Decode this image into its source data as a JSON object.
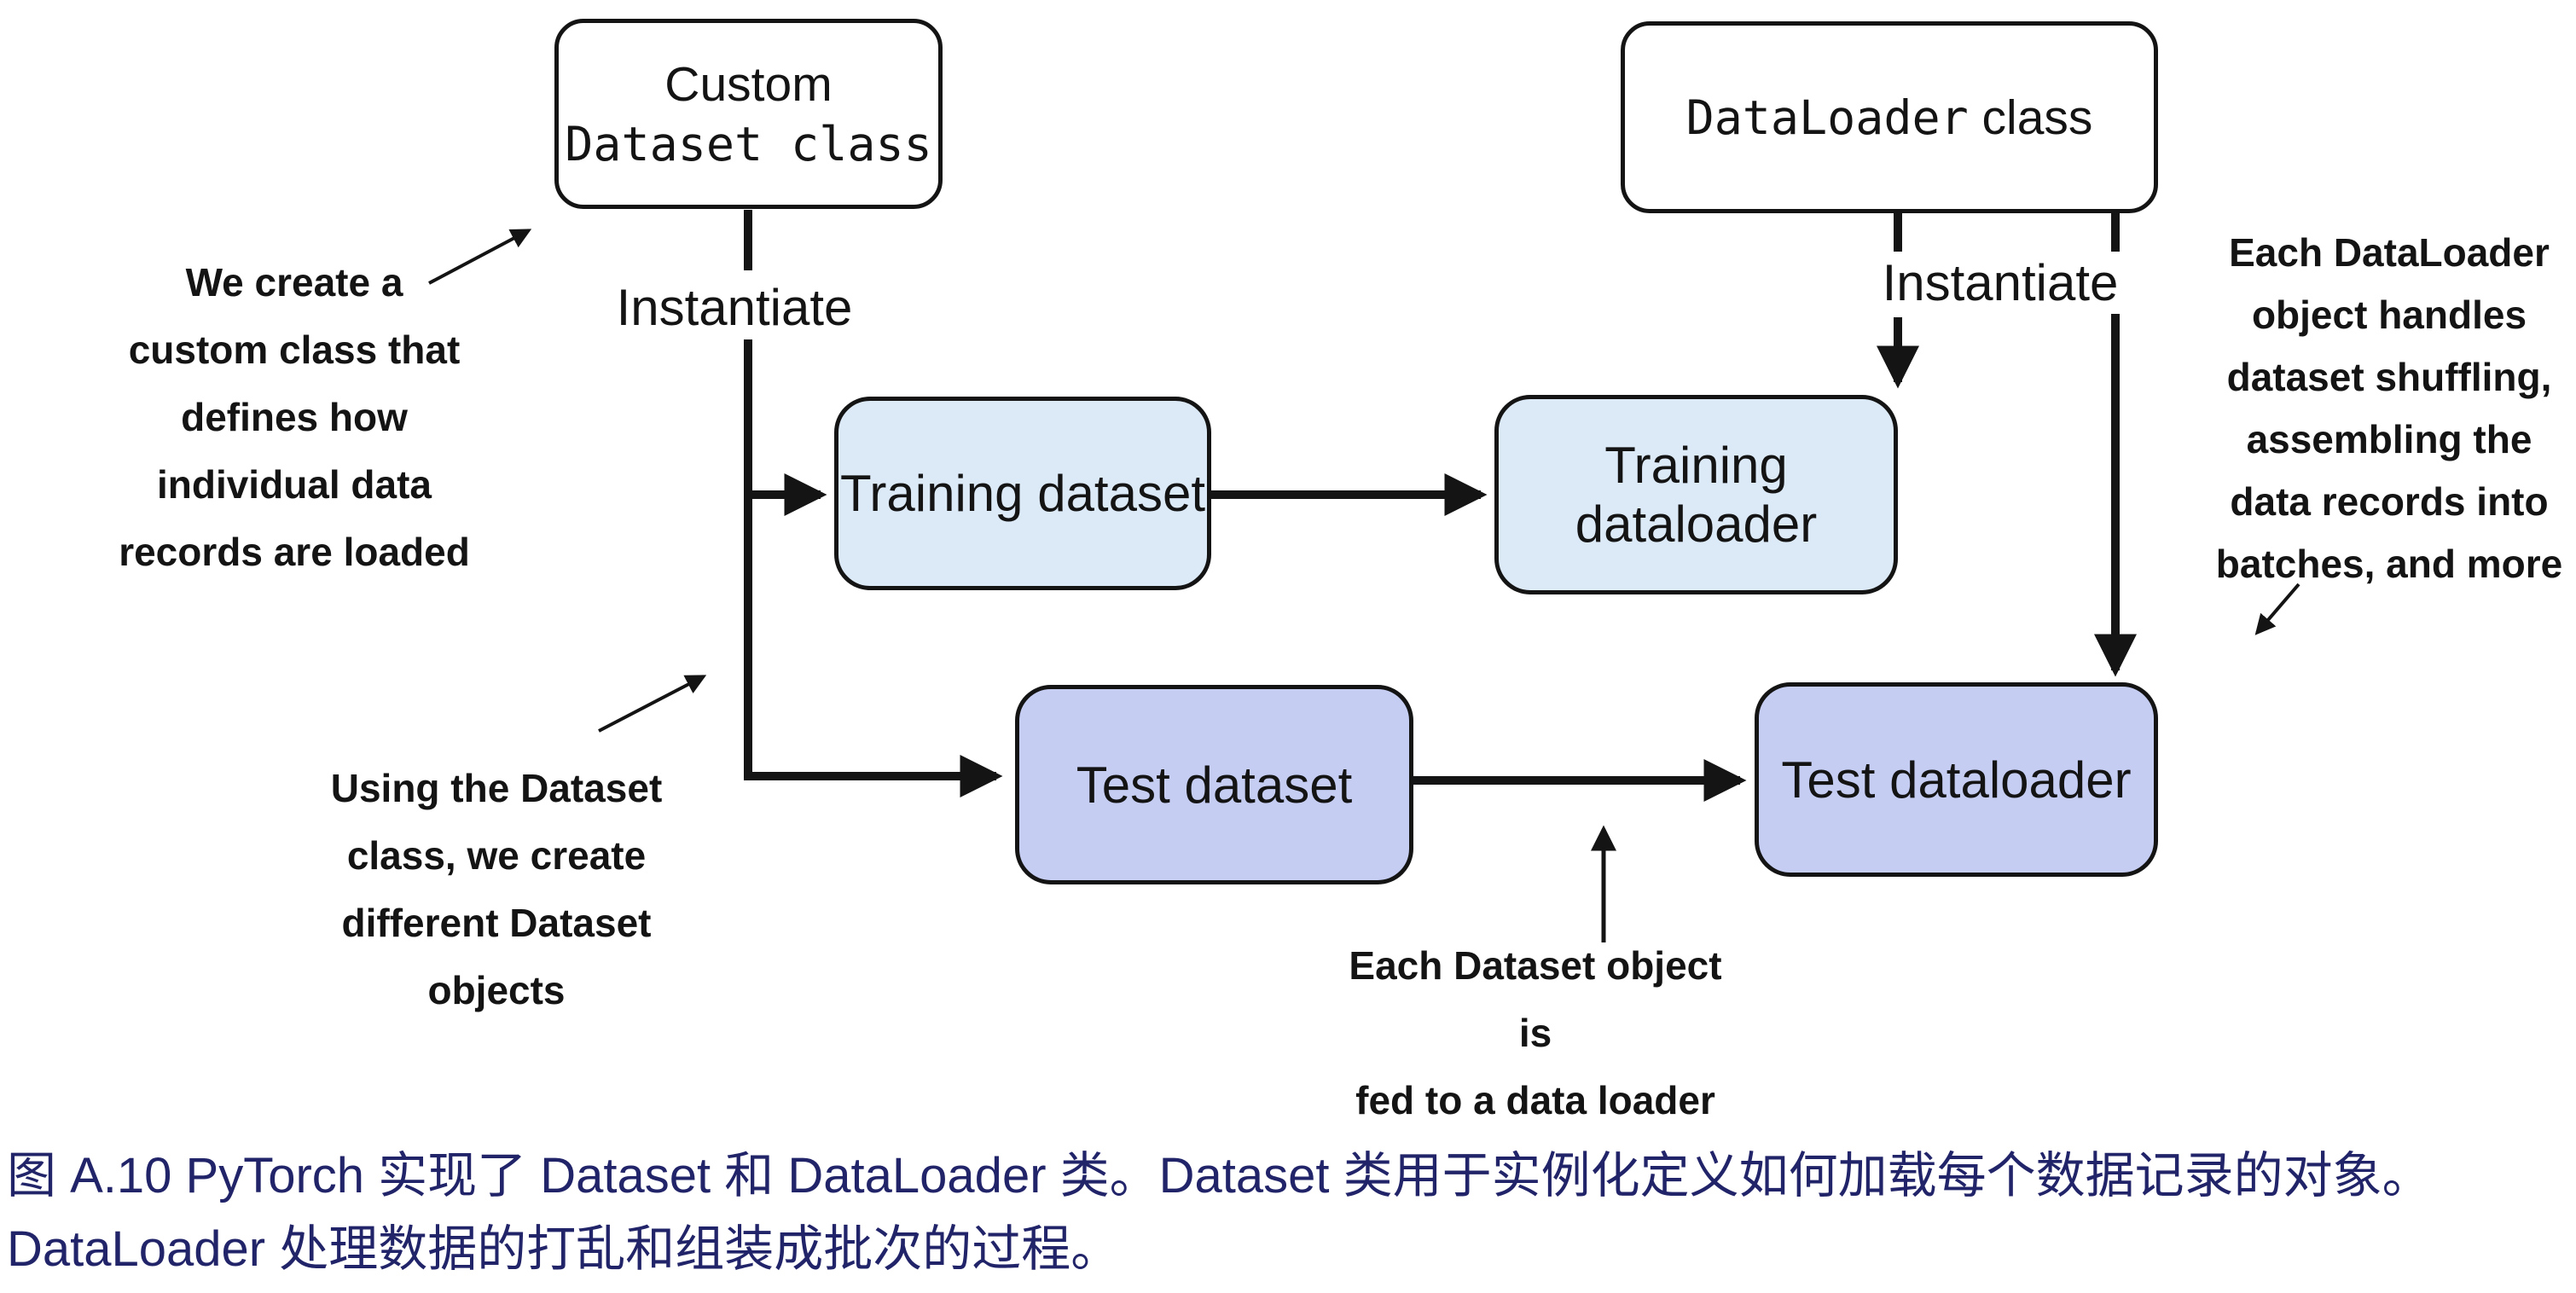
{
  "diagram": {
    "boxes": {
      "custom_dataset": {
        "line1": "Custom",
        "line2": "Dataset class"
      },
      "dataloader": {
        "code": "DataLoader",
        "suffix": " class"
      },
      "training_dataset": {
        "label": "Training dataset"
      },
      "training_dataloader": {
        "label": "Training dataloader"
      },
      "test_dataset": {
        "label": "Test dataset"
      },
      "test_dataloader": {
        "label": "Test dataloader"
      }
    },
    "edge_labels": {
      "instantiate_left": "Instantiate",
      "instantiate_right": "Instantiate"
    },
    "annotations": {
      "create_custom_class": [
        "We create a",
        "custom class that",
        "defines how",
        "individual data",
        "records are loaded"
      ],
      "using_dataset_class": [
        "Using the Dataset",
        "class, we create",
        "different Dataset",
        "objects"
      ],
      "dataset_fed": [
        "Each Dataset object is",
        "fed to a data loader"
      ],
      "dataloader_handles": [
        "Each DataLoader",
        "object handles",
        "dataset shuffling,",
        "assembling the",
        "data records into",
        "batches, and more"
      ]
    },
    "colors": {
      "light_blue": "#dce9f7",
      "lavender": "#c5cdf3",
      "line": "#141414",
      "caption": "#212468"
    }
  },
  "caption": {
    "lines": [
      "图 A.10 PyTorch 实现了 Dataset 和 DataLoader 类。Dataset 类用于实例化定义如何加载每个数据记录的对象。",
      "DataLoader 处理数据的打乱和组装成批次的过程。"
    ]
  }
}
